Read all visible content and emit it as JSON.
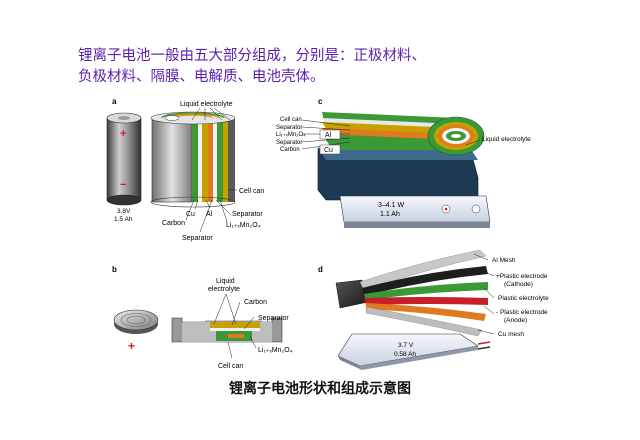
{
  "intro": {
    "line1": "锂离子电池一般由五大部分组成，分别是：正极材料、",
    "line2": "负极材料、隔膜、电解质、电池壳体。"
  },
  "panel_a": {
    "letter": "a",
    "liquid_electrolyte": "Liquid electrolyte",
    "plus": "+",
    "minus": "−",
    "voltage": "3.8V",
    "capacity": "1.5 Ah",
    "cell_can": "Cell can",
    "cu": "Cu",
    "al": "Al",
    "carbon": "Carbon",
    "separator": "Separator",
    "separator2": "Separator",
    "limno": "Li₁₊ₓMn₂O₄"
  },
  "panel_c": {
    "letter": "c",
    "cell_can": "Cell can",
    "separator": "Separator",
    "limno": "Li₁₊ₓMn₂O₄",
    "al": "Al",
    "separator2": "Separator",
    "carbon": "Carbon",
    "cu": "Cu",
    "liquid_electrolyte": "Liquid electrolyte",
    "voltage": "3–4.1 W",
    "capacity": "1.1 Ah"
  },
  "panel_b": {
    "letter": "b",
    "liquid_electrolyte_l1": "Liquid",
    "liquid_electrolyte_l2": "electrolyte",
    "carbon": "Carbon",
    "separator": "Separator",
    "limno": "Li₁₊ₓMn₂O₄",
    "cell_can": "Cell can",
    "plus": "+"
  },
  "panel_d": {
    "letter": "d",
    "al_mesh": "Al Mesh",
    "plastic_cathode_l1": "+Plastic electrode",
    "plastic_cathode_l2": "(Cathode)",
    "plastic_electrolyte": "Plastic electrolyte",
    "plastic_anode_l1": "- Plastic electrode",
    "plastic_anode_l2": "(Anode)",
    "cu_mesh": "Cu mesh",
    "voltage": "3.7 V",
    "capacity": "0.58 Ah"
  },
  "caption": "锂离子电池形状和组成示意图",
  "colors": {
    "intro_text": "#5b1fb0",
    "green_layer": "#3c9a36",
    "orange_layer": "#e07a1f",
    "gold_layer": "#c8a100",
    "red_layer": "#c8202a",
    "can_gray": "#8a8a8a",
    "label_box": "#eef3fb"
  }
}
